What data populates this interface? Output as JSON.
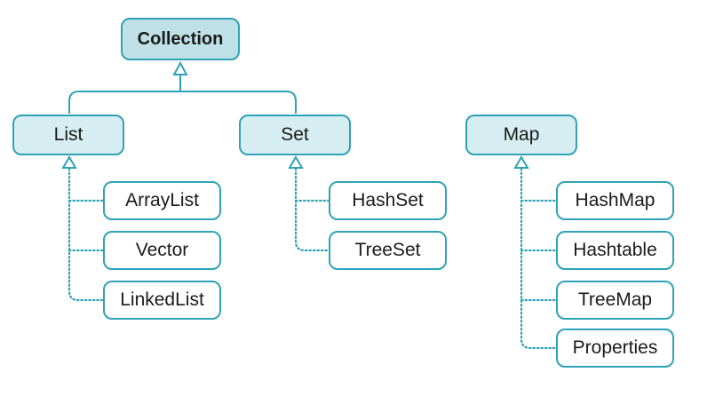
{
  "diagram": {
    "root": "Collection",
    "list": "List",
    "set": "Set",
    "map": "Map",
    "list_impls": [
      "ArrayList",
      "Vector",
      "LinkedList"
    ],
    "set_impls": [
      "HashSet",
      "TreeSet"
    ],
    "map_impls": [
      "HashMap",
      "Hashtable",
      "TreeMap",
      "Properties"
    ]
  },
  "colors": {
    "stroke": "#2fa3b6",
    "root_fill": "#bfe0e6",
    "interface_fill": "#d6edf1",
    "class_fill": "#ffffff"
  }
}
